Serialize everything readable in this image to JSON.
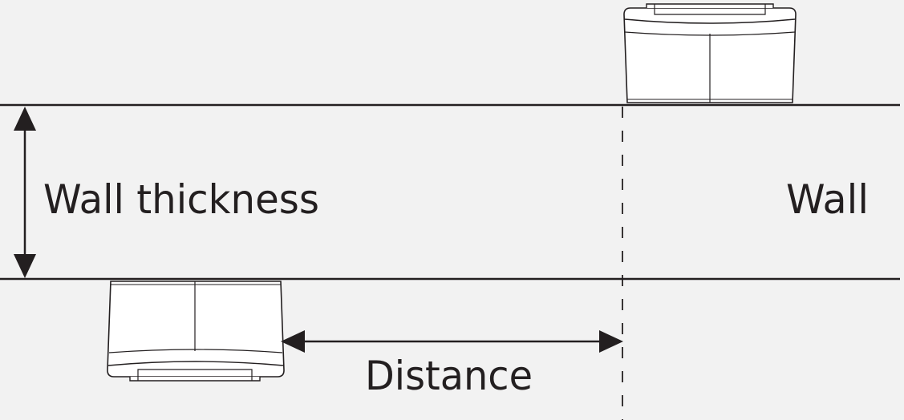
{
  "labels": {
    "wall_thickness": "Wall thickness",
    "wall": "Wall",
    "distance": "Distance"
  },
  "colors": {
    "background": "#f2f2f2",
    "line": "#231f20",
    "device_fill": "#ffffff"
  }
}
